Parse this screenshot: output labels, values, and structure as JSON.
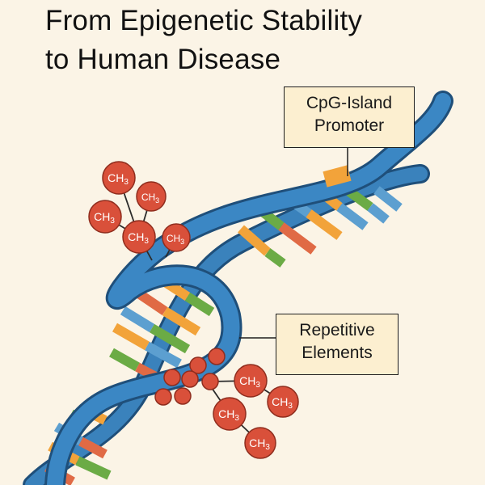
{
  "title": {
    "line1": "From Epigenetic Stability",
    "line2": "to Human Disease"
  },
  "callouts": {
    "cpg_island": {
      "line1": "CpG-Island",
      "line2": "Promoter"
    },
    "repetitive": {
      "line1": "Repetitive",
      "line2": "Elements"
    }
  },
  "methyl_label": {
    "base": "CH",
    "sub": "3"
  },
  "colors": {
    "backbone": "#2f74ab",
    "backbone_dark": "#1f4f7a",
    "methyl": "#d9503a",
    "methyl_stroke": "#8f2d1e",
    "pair_green": "#6bab45",
    "pair_blue": "#5c9fd0",
    "pair_orange": "#f2a33a",
    "pair_red": "#e06a45",
    "callout_fill": "#fcefd0"
  }
}
